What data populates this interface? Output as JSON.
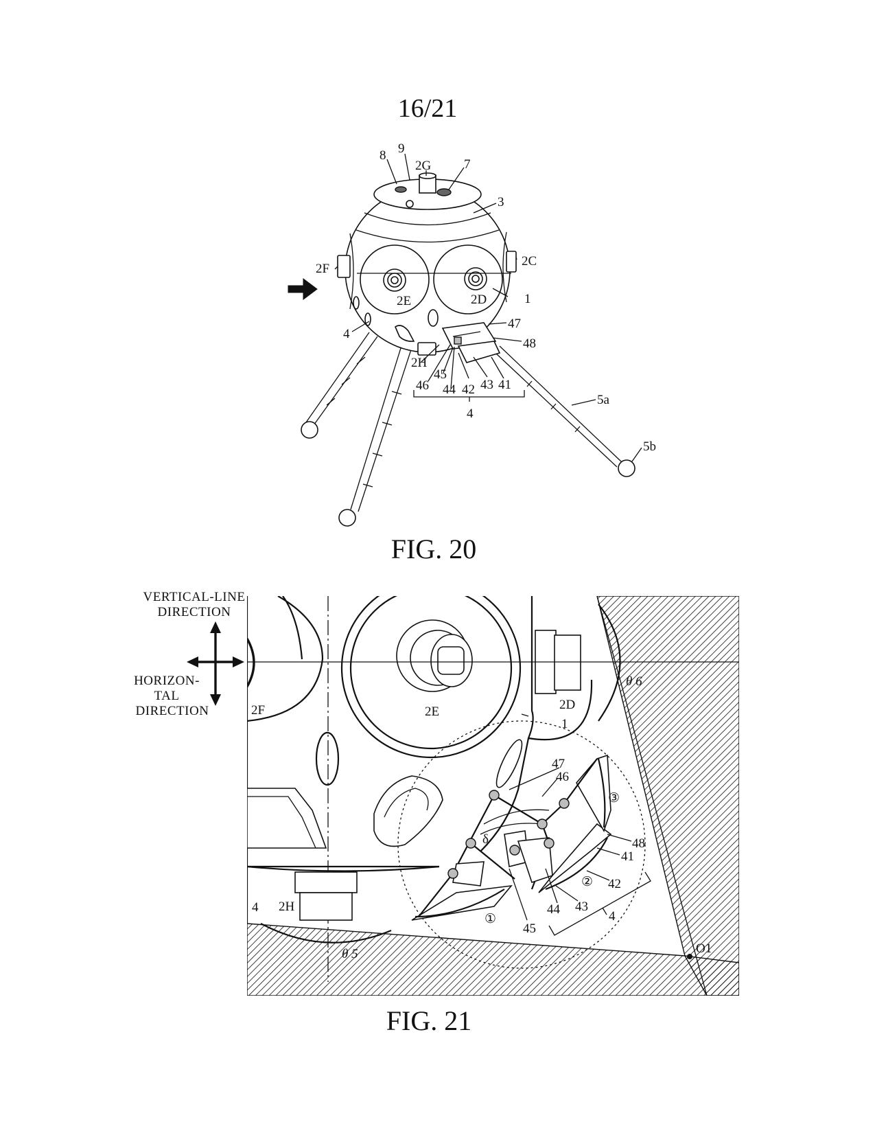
{
  "sheet": {
    "number": "16/21"
  },
  "fig20": {
    "caption": "FIG. 20",
    "labels": {
      "l8": "8",
      "l9": "9",
      "l2G": "2G",
      "l7": "7",
      "l3": "3",
      "l2C": "2C",
      "l2F": "2F",
      "l2E": "2E",
      "l2D": "2D",
      "l1": "1",
      "l47": "47",
      "l4a": "4",
      "l48": "48",
      "l2H": "2H",
      "l46": "46",
      "l45": "45",
      "l44": "44",
      "l42": "42",
      "l43": "43",
      "l41": "41",
      "l4b": "4",
      "l5a": "5a",
      "l5b": "5b"
    }
  },
  "fig21": {
    "caption": "FIG. 21",
    "direction_vertical": [
      "VERTICAL-LINE",
      "DIRECTION"
    ],
    "direction_horizontal": [
      "HORIZON-",
      "TAL",
      "DIRECTION"
    ],
    "labels": {
      "l2F": "2F",
      "l2E": "2E",
      "l2D": "2D",
      "l1": "1",
      "th6": "θ 6",
      "l47": "47",
      "l46": "46",
      "c3": "③",
      "delta": "δ",
      "l48": "48",
      "l41": "41",
      "c2": "②",
      "l42": "42",
      "l43": "43",
      "l44": "44",
      "l4r": "4",
      "l4l": "4",
      "l2H": "2H",
      "c1": "①",
      "l45": "45",
      "th5": "θ 5",
      "o1": "O1"
    }
  }
}
